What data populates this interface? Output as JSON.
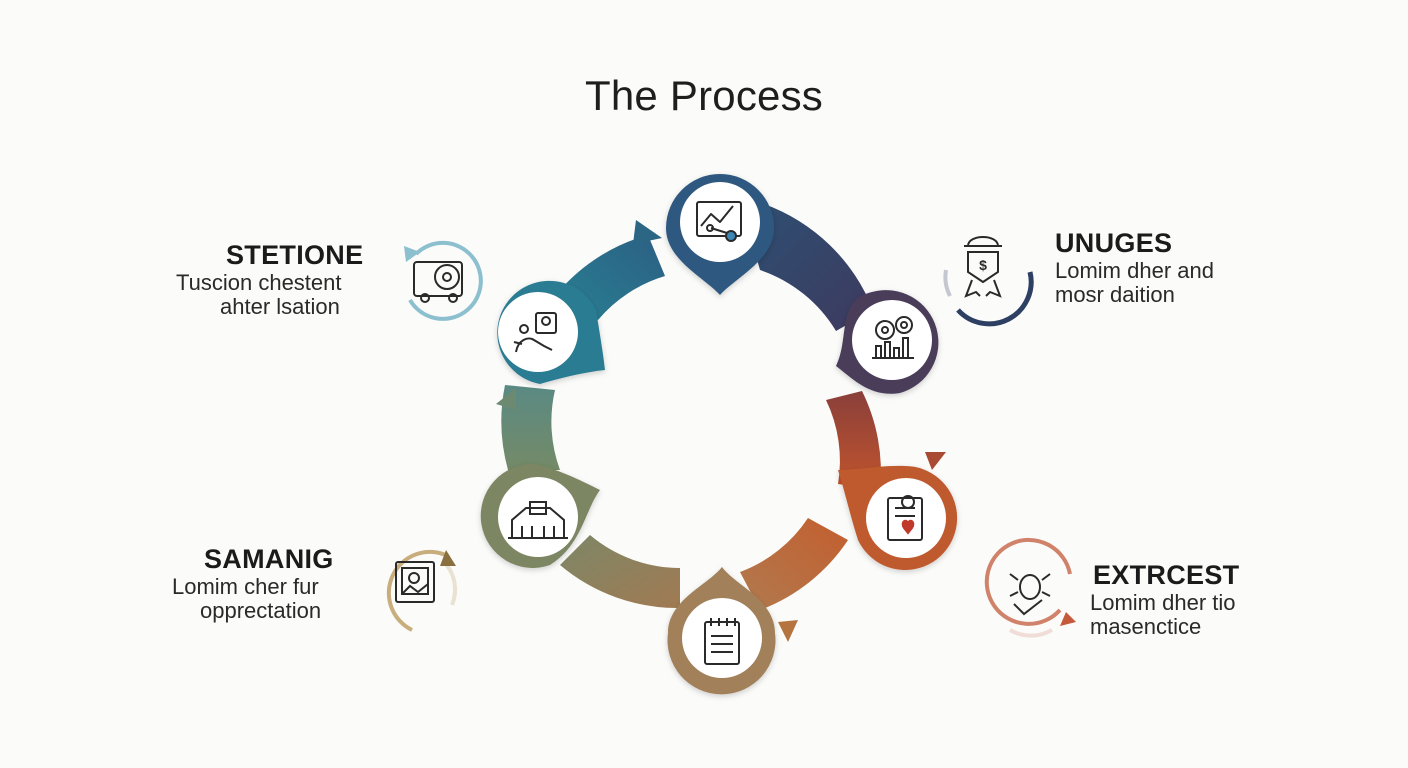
{
  "title": "The Process",
  "colors": {
    "background": "#fbfbfa",
    "steel_blue": "#2f6a87",
    "teal": "#2b7e93",
    "navy": "#2d4a6b",
    "indigo": "#3a3f66",
    "plum": "#4a3d58",
    "rust": "#b5532f",
    "orange": "#c26a3c",
    "tan": "#9b7e4e",
    "olive": "#7b8666",
    "sage": "#6e8a6c"
  },
  "steps": [
    {
      "name": "top",
      "icon": "analytics-chart-icon"
    },
    {
      "name": "top-right",
      "icon": "gears-bar-chart-icon"
    },
    {
      "name": "bottom-right",
      "icon": "document-heart-icon"
    },
    {
      "name": "bottom",
      "icon": "notepad-icon"
    },
    {
      "name": "bottom-left",
      "icon": "building-icon"
    },
    {
      "name": "top-left",
      "icon": "person-computer-icon"
    }
  ],
  "callouts": {
    "stetione": {
      "heading": "STETIONE",
      "line1": "Tuscion chestent",
      "line2": "ahter lsation",
      "icon": "truck-target-icon"
    },
    "unuges": {
      "heading": "UNUGES",
      "line1": "Lomim dher and",
      "line2": "mosr daition",
      "icon": "worker-badge-icon"
    },
    "samanig": {
      "heading": "SAMANIG",
      "line1": "Lomim cher fur",
      "line2": "opprectation",
      "icon": "picture-frame-icon"
    },
    "extrcest": {
      "heading": "EXTRCEST",
      "line1": "Lomim dher tio",
      "line2": "masenctice",
      "icon": "bug-check-icon"
    }
  }
}
